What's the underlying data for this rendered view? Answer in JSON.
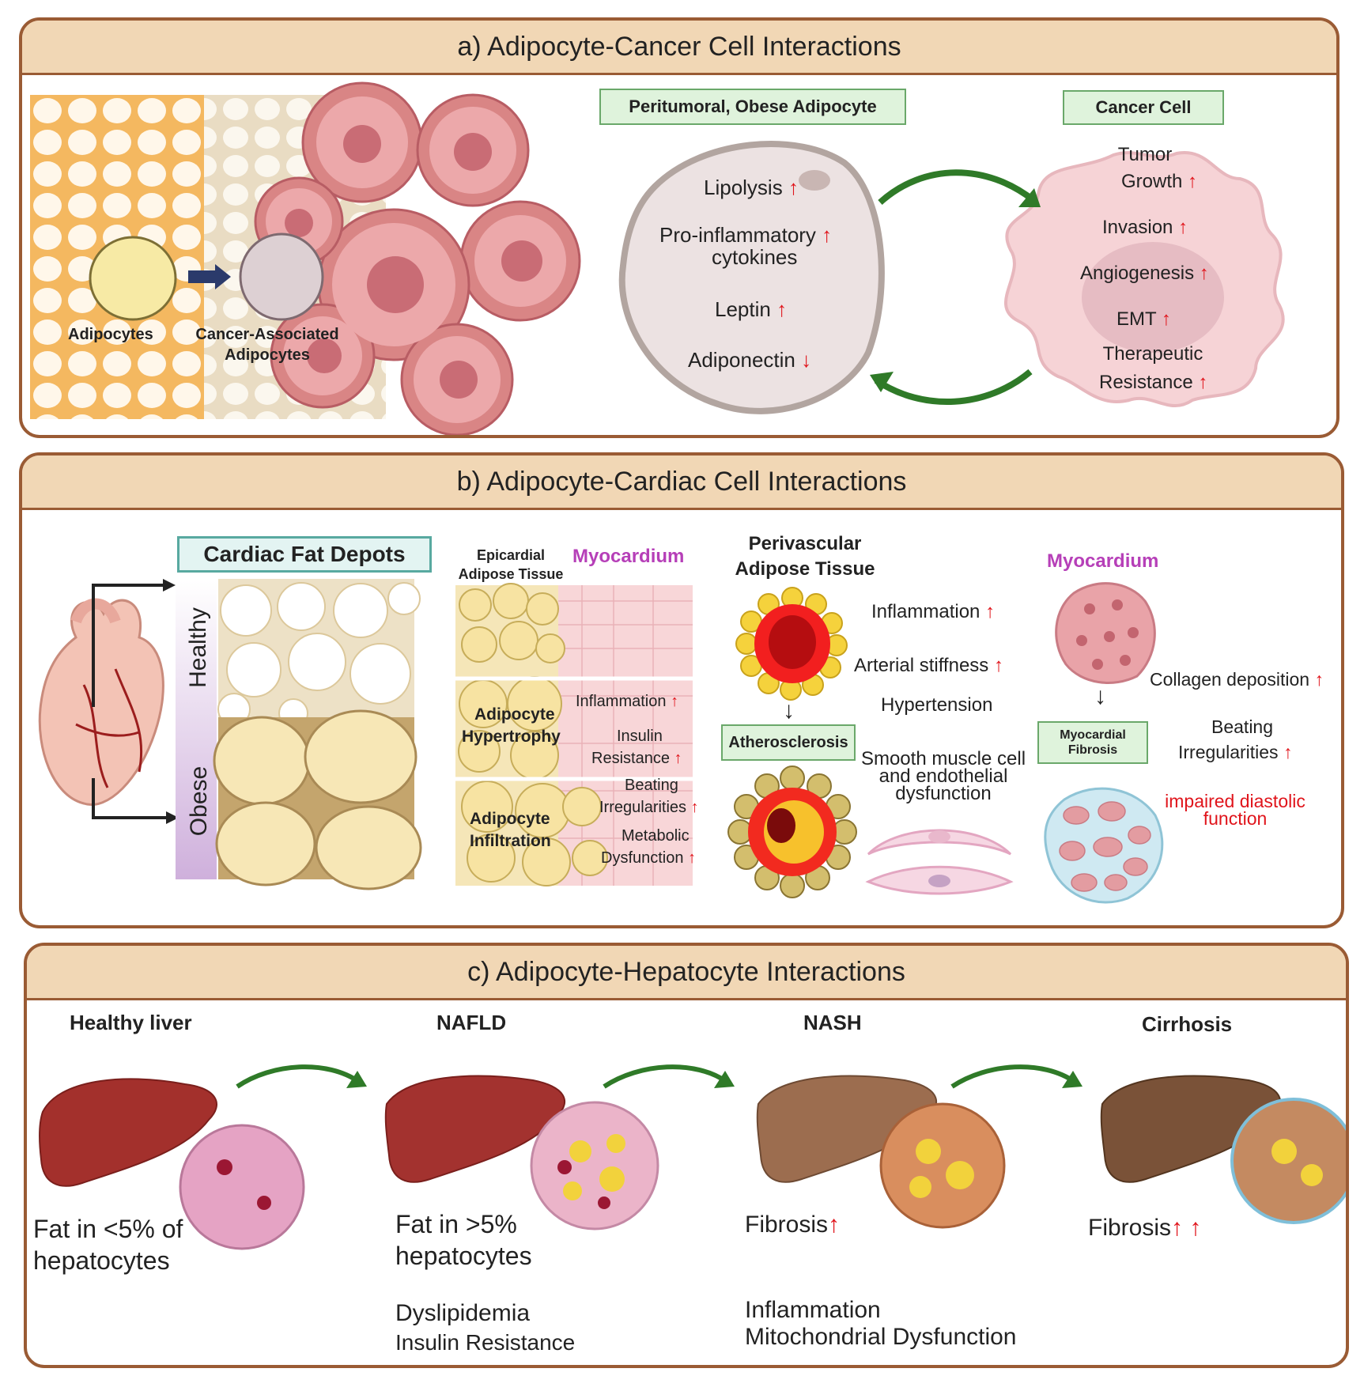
{
  "panel_a": {
    "title": "a) Adipocyte-Cancer Cell Interactions",
    "adipocytes_label": "Adipocytes",
    "caa_label_1": "Cancer-Associated",
    "caa_label_2": "Adipocytes",
    "adipocyte_box": "Peritumoral, Obese Adipocyte",
    "cancer_box": "Cancer Cell",
    "adipocyte_items": [
      "Lipolysis",
      "Pro-inflammatory",
      "cytokines",
      "Leptin",
      "Adiponectin"
    ],
    "cancer_items": [
      "Tumor",
      "Growth",
      "Invasion",
      "Angiogenesis",
      "EMT",
      "Therapeutic",
      "Resistance"
    ],
    "up_arrow": "↑",
    "down_arrow": "↓"
  },
  "panel_b": {
    "title": "b) Adipocyte-Cardiac Cell Interactions",
    "cardiac_fat_depots": "Cardiac Fat Depots",
    "healthy": "Healthy",
    "obese": "Obese",
    "epicardial_1": "Epicardial",
    "epicardial_2": "Adipose Tissue",
    "myocardium": "Myocardium",
    "inflammation": "Inflammation",
    "insulin": "Insulin",
    "resistance": "Resistance",
    "adipocyte_hypertrophy_1": "Adipocyte",
    "adipocyte_hypertrophy_2": "Hypertrophy",
    "beating": "Beating",
    "irregularities": "Irregularities",
    "metabolic": "Metabolic",
    "dysfunction": "Dysfunction",
    "adipocyte_infiltration_1": "Adipocyte",
    "adipocyte_infiltration_2": "Infiltration",
    "pvat_1": "Perivascular",
    "pvat_2": "Adipose Tissue",
    "atherosclerosis": "Atherosclerosis",
    "arterial_stiffness": "Arterial stiffness",
    "hypertension": "Hypertension",
    "smooth_1": "Smooth muscle cell",
    "smooth_2": "and endothelial",
    "smooth_3": "dysfunction",
    "myocardium_2": "Myocardium",
    "collagen": "Collagen deposition",
    "myocardial_fibrosis_1": "Myocardial",
    "myocardial_fibrosis_2": "Fibrosis",
    "impaired_1": "impaired diastolic",
    "impaired_2": "function"
  },
  "panel_c": {
    "title": "c) Adipocyte-Hepatocyte Interactions",
    "stages": [
      "Healthy liver",
      "NAFLD",
      "NASH",
      "Cirrhosis"
    ],
    "healthy_fat_1": "Fat in <5% of",
    "healthy_fat_2": "hepatocytes",
    "nafld_fat_1": "Fat in >5%",
    "nafld_fat_2": "hepatocytes",
    "dyslipidemia": "Dyslipidemia",
    "insulin_resistance": "Insulin Resistance",
    "fibrosis": "Fibrosis",
    "inflammation": "Inflammation",
    "mito": "Mitochondrial Dysfunction"
  },
  "colors": {
    "border": "#9a5b34",
    "header": "#f1d7b5",
    "arrow_green": "#2f7a28",
    "up_red": "#e0141b",
    "magenta": "#b63fb8"
  }
}
